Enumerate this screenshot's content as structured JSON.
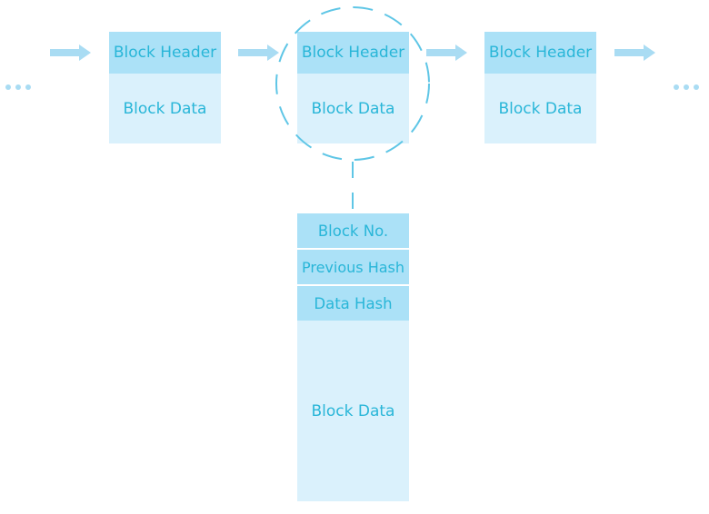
{
  "chain": {
    "blocks": [
      {
        "header": "Block Header",
        "data": "Block Data"
      },
      {
        "header": "Block Header",
        "data": "Block Data"
      },
      {
        "header": "Block Header",
        "data": "Block Data"
      }
    ]
  },
  "detail": {
    "fields": [
      "Block No.",
      "Previous Hash",
      "Data Hash"
    ],
    "data": "Block Data"
  },
  "colors": {
    "header_fill": "#abe1f7",
    "data_fill": "#daf1fc",
    "text": "#29b6d8",
    "arrow": "#a9dcf3",
    "zoom_circle": "#5fc6e6"
  }
}
